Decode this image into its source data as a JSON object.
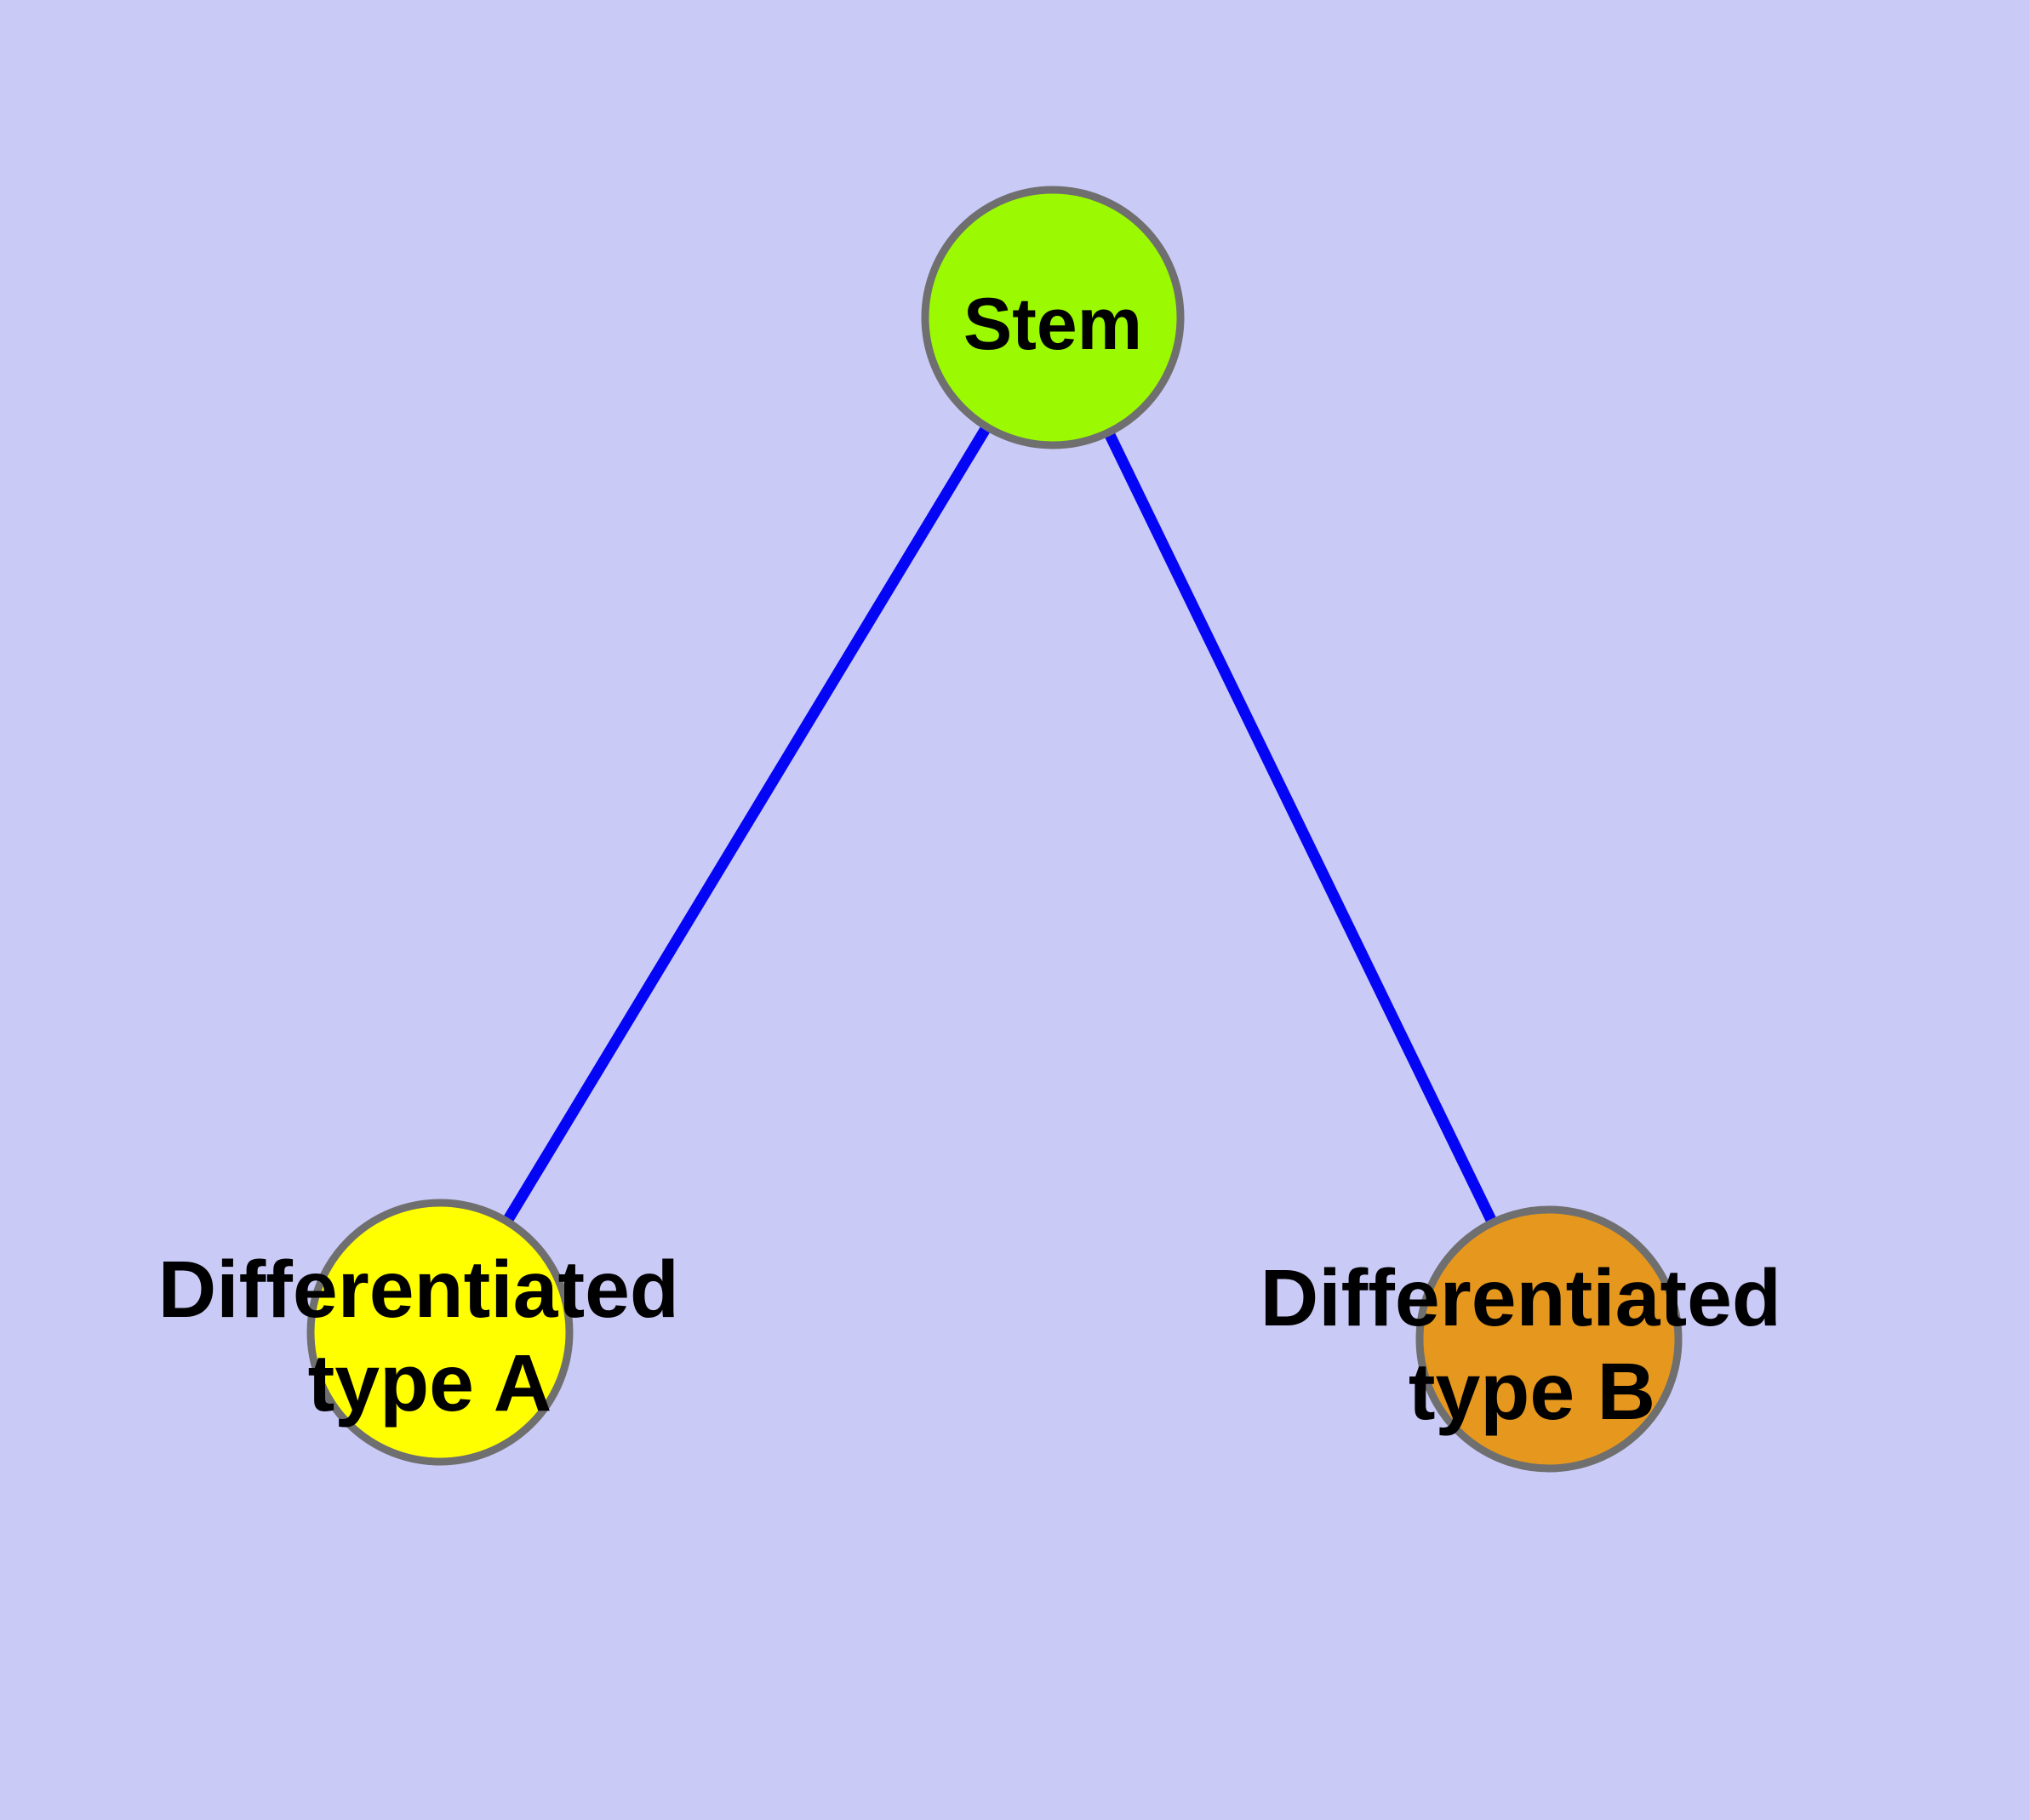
{
  "figure": {
    "kind": "node-link-graph",
    "background_color": "#CACAF7",
    "node_border_color": "#6F6F6F",
    "edge_color": "#0505F5",
    "label_color": "#000000",
    "nodes": [
      {
        "id": "stem",
        "label": "Stem",
        "fill": "#9BFA01",
        "border": "#6F6F6F"
      },
      {
        "id": "differentiated-type-a",
        "label_lines": [
          "Differentiated",
          "type A"
        ],
        "label_full": "Differentiated type A",
        "fill": "#FFFF00",
        "border": "#6F6F6F"
      },
      {
        "id": "differentiated-type-b",
        "label_lines": [
          "Differentiated",
          "type B"
        ],
        "label_full": "Differentiated type B",
        "fill": "#E6981E",
        "border": "#6F6F6F"
      }
    ],
    "edges": [
      {
        "from": "Stem",
        "to": "Differentiated type A",
        "color": "#0505F5"
      },
      {
        "from": "Stem",
        "to": "Differentiated type B",
        "color": "#0505F5"
      }
    ]
  }
}
